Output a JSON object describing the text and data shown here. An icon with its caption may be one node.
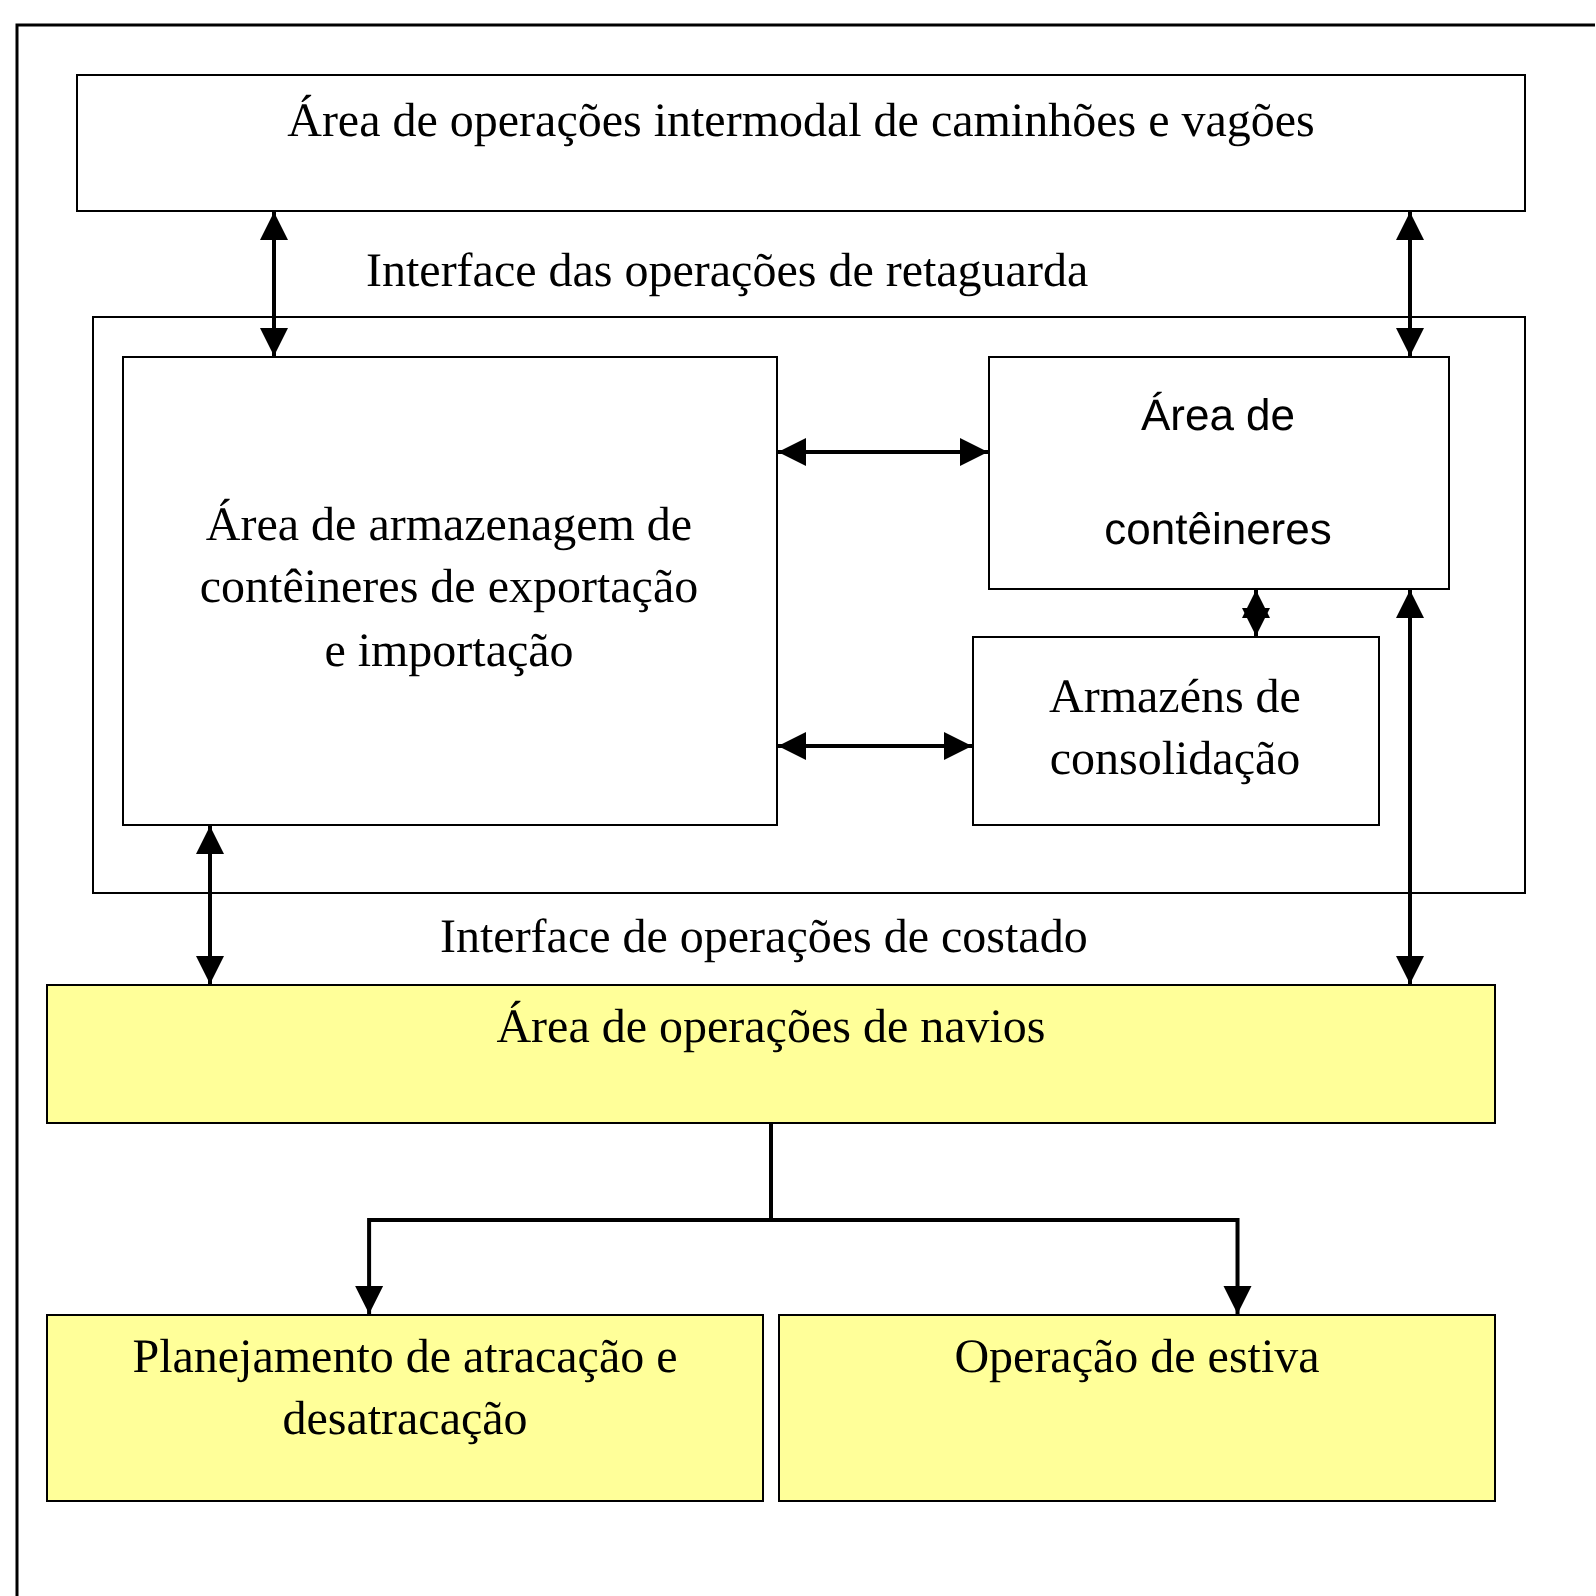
{
  "diagram": {
    "nodes": [
      {
        "text": [
          "Área de operações intermodal de caminhões e vagões"
        ]
      },
      {
        "text": [],
        "shape": "box"
      },
      {
        "text": [
          "Área de armazenagem de contêineres de exportação e importação"
        ],
        "in": 1
      },
      {
        "text": [
          "Área de contêineres"
        ],
        "in": 1
      },
      {
        "text": [
          "Armazéns de consolidação"
        ],
        "in": 1
      },
      {
        "text": [
          "Área de operações de navios"
        ]
      },
      {
        "text": [
          "Planejamento de atracação e desatracação"
        ]
      },
      {
        "text": [
          "Operação de estiva"
        ]
      }
    ],
    "edges": [
      {
        "from": 0,
        "to": 2,
        "arrow": "both"
      },
      {
        "from": 0,
        "to": 3,
        "arrow": "both"
      },
      {
        "from": 2,
        "to": 3,
        "arrow": "both"
      },
      {
        "from": 3,
        "to": 4,
        "arrow": "both"
      },
      {
        "from": 2,
        "to": 4,
        "arrow": "both"
      },
      {
        "from": 2,
        "to": 5,
        "arrow": "both"
      },
      {
        "from": 3,
        "to": 5,
        "arrow": "both"
      },
      {
        "from": 5,
        "to": 6,
        "arrow": "to"
      },
      {
        "from": 5,
        "to": 7,
        "arrow": "to"
      }
    ],
    "labels": [
      "Interface das operações de retaguarda",
      "Interface de operações de costado"
    ]
  }
}
